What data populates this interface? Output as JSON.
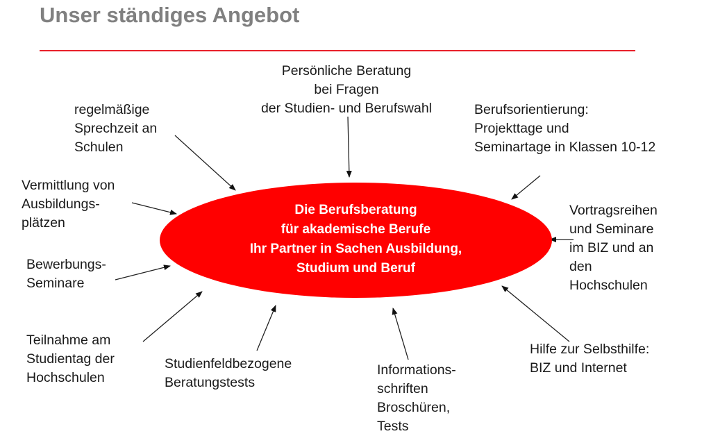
{
  "header": {
    "title": "Unser ständiges Angebot",
    "accent_color": "#e8202a",
    "title_color": "#808080"
  },
  "center": {
    "fill_color": "#ff0000",
    "lines": [
      "Die Berufsberatung",
      "für akademische Berufe",
      "Ihr Partner in Sachen Ausbildung,",
      "Studium und Beruf"
    ]
  },
  "offers": [
    {
      "id": "persoenliche-beratung",
      "lines": [
        "Persönliche Beratung",
        "bei Fragen",
        "der Studien- und Berufswahl"
      ]
    },
    {
      "id": "sprechzeit",
      "lines": [
        "regelmäßige",
        "Sprechzeit an",
        "Schulen"
      ]
    },
    {
      "id": "berufsorientierung",
      "lines": [
        "Berufsorientierung:",
        "Projekttage und",
        "Seminartage in Klassen 10-12"
      ]
    },
    {
      "id": "vermittlung",
      "lines": [
        "Vermittlung von",
        "Ausbildungs-",
        "plätzen"
      ]
    },
    {
      "id": "vortragsreihen",
      "lines": [
        "Vortragsreihen",
        "und Seminare",
        "im BIZ und an",
        "den",
        "Hochschulen"
      ]
    },
    {
      "id": "bewerbungsseminare",
      "lines": [
        "Bewerbungs-",
        "Seminare"
      ]
    },
    {
      "id": "studientag",
      "lines": [
        "Teilnahme am",
        "Studientag der",
        "Hochschulen"
      ]
    },
    {
      "id": "beratungstests",
      "lines": [
        "Studienfeldbezogene",
        "Beratungstests"
      ]
    },
    {
      "id": "informationsschriften",
      "lines": [
        "Informations-",
        "schriften",
        "Broschüren,",
        "Tests"
      ]
    },
    {
      "id": "selbsthilfe",
      "lines": [
        "Hilfe zur Selbsthilfe:",
        "BIZ und Internet"
      ]
    }
  ]
}
